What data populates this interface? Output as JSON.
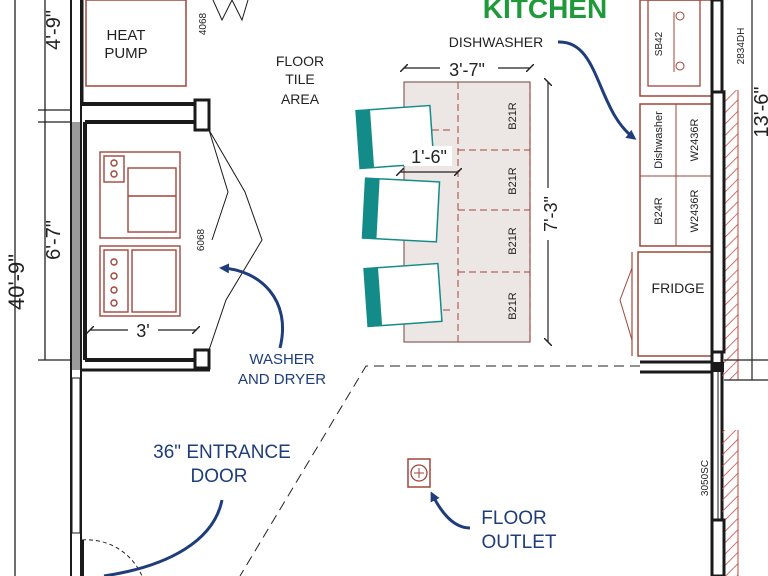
{
  "colors": {
    "wall": "#1a1a1a",
    "wall_gray": "#9b9b9b",
    "appliance": "#a1453a",
    "annotation": "#1f3d7a",
    "island": "#ece6e4",
    "stool": "#138b88",
    "title": "#1f9a3a",
    "hatch": "#c2443c",
    "text": "#222222"
  },
  "labels": {
    "kitchen_title": "KITCHEN",
    "heat_pump_line1": "HEAT",
    "heat_pump_line2": "PUMP",
    "door_4068": "4068",
    "floor_tile_line1": "FLOOR",
    "floor_tile_line2": "TILE",
    "floor_tile_line3": "AREA",
    "dishwasher_callout": "DISHWASHER",
    "sink_code": "SB42",
    "window_code_top": "2834DH",
    "dishwasher_appliance": "Dishwasher",
    "wall_cab_1": "W2436R",
    "wall_cab_2": "W2436R",
    "base_cab_b24r": "B24R",
    "fridge": "FRIDGE",
    "washer_dryer_line1": "WASHER",
    "washer_dryer_line2": "AND DRYER",
    "door_6068": "6068",
    "entrance_line1": "36\" ENTRANCE",
    "entrance_line2": "DOOR",
    "floor_outlet_line1": "FLOOR",
    "floor_outlet_line2": "OUTLET",
    "window_code_bottom": "3050SC",
    "island_cabinets": [
      "B21R",
      "B21R",
      "B21R",
      "B21R"
    ]
  },
  "dimensions": {
    "island_width": "3'-7\"",
    "island_length": "7'-3\"",
    "stool_spacing": "1'-6\"",
    "laundry_width": "3'",
    "total_depth": "40'-9\"",
    "mech_room_depth": "4'-9\"",
    "laundry_depth": "6'-7\"",
    "kitchen_wall_length": "13'-6\""
  }
}
